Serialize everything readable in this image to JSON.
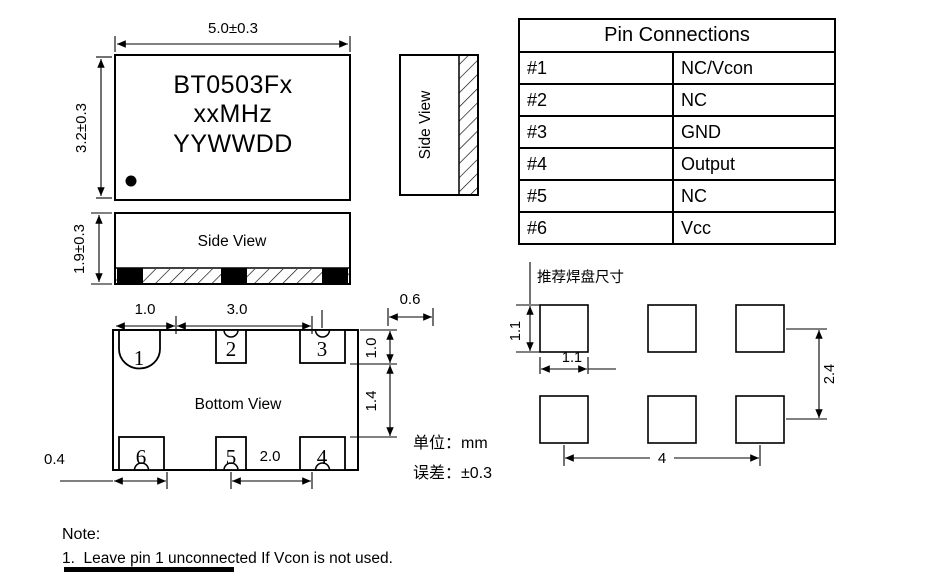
{
  "drawing": {
    "top_view": {
      "part_number": "BT0503Fx",
      "frequency": "xxMHz",
      "date_code": "YYWWDD",
      "dim_width": "5.0±0.3",
      "dim_height": "3.2±0.3"
    },
    "side_view_right": {
      "label": "Side View"
    },
    "side_view_front": {
      "label": "Side View",
      "dim_height": "1.9±0.3"
    },
    "bottom_view": {
      "label": "Bottom View",
      "pad_numbers": [
        "1",
        "2",
        "3",
        "6",
        "5",
        "4"
      ],
      "dim_1_0_left": "1.0",
      "dim_3_0": "3.0",
      "dim_0_6": "0.6",
      "dim_1_0_right": "1.0",
      "dim_1_4": "1.4",
      "dim_2_0": "2.0",
      "dim_0_4": "0.4"
    },
    "pad_layout": {
      "title": "推荐焊盘尺寸",
      "dim_pad_height": "1.1",
      "dim_pad_width": "1.1",
      "dim_row_pitch": "2.4",
      "dim_span": "4"
    },
    "units": {
      "unit": "单位：mm",
      "tolerance": "误差：±0.3"
    }
  },
  "pin_table": {
    "title": "Pin Connections",
    "rows": [
      {
        "pin": "#1",
        "function": "NC/Vcon"
      },
      {
        "pin": "#2",
        "function": "NC"
      },
      {
        "pin": "#3",
        "function": "GND"
      },
      {
        "pin": "#4",
        "function": "Output"
      },
      {
        "pin": "#5",
        "function": "NC"
      },
      {
        "pin": "#6",
        "function": "Vcc"
      }
    ]
  },
  "note": {
    "title": "Note:",
    "items": [
      "1.  Leave pin 1 unconnected If Vcon is not used."
    ]
  }
}
